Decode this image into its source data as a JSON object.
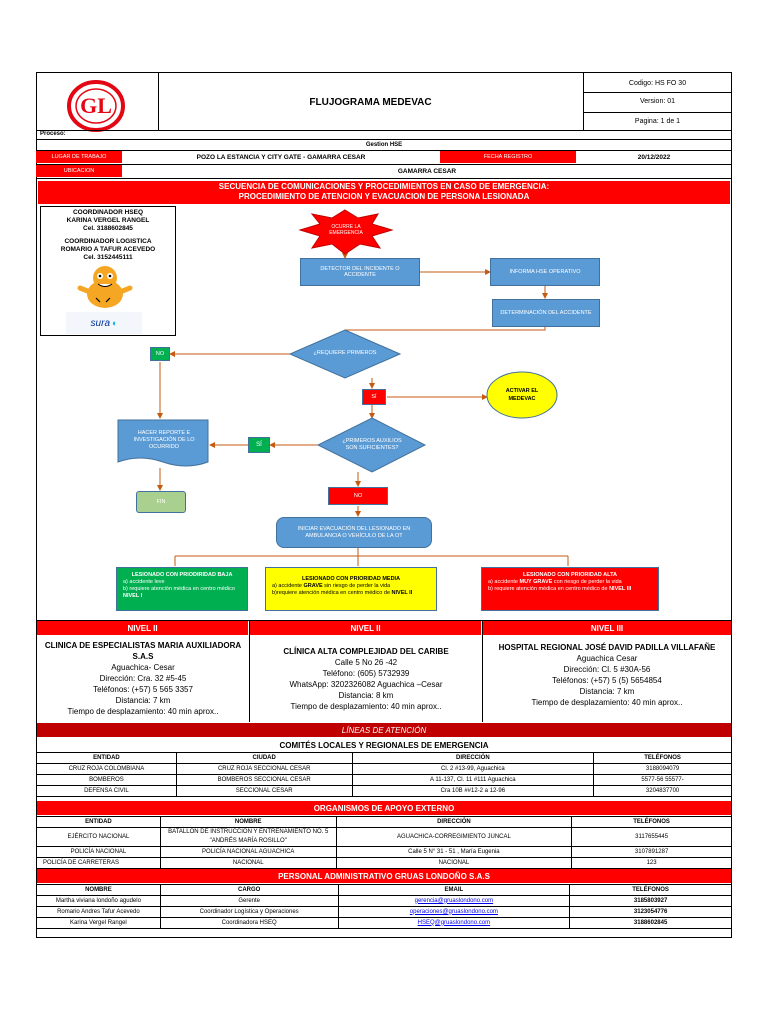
{
  "header": {
    "title": "FLUJOGRAMA MEDEVAC",
    "codigo": "Codigo: HS FO 30",
    "version": "Version: 01",
    "pagina": "Pagina: 1 de 1"
  },
  "info": {
    "proceso_label": "Proceso:",
    "proceso_value": "Gestion HSE",
    "lugar_label": "LUGAR DE TRABAJO",
    "lugar_value": "POZO LA ESTANCIA Y CITY GATE - GAMARRA CESAR",
    "fecha_label": "FECHA REGISTRO",
    "fecha_value": "20/12/2022",
    "ubicacion_label": "UBICACION",
    "ubicacion_value": "GAMARRA CESAR"
  },
  "section_title": {
    "line1": "SECUENCIA DE COMUNICACIONES Y PROCEDIMIENTOS EN CASO DE EMERGENCIA:",
    "line2": "PROCEDIMIENTO DE ATENCION Y EVACUACION DE PERSONA LESIONADA"
  },
  "contacts": {
    "c1_title": "COORDINADOR HSEQ",
    "c1_name": "KARINA VERGEL RANGEL",
    "c1_phone": "Cel. 3188602845",
    "c2_title": "COORDINADOR LOGISTICA",
    "c2_name": "ROMARIO A TAFUR ACEVEDO",
    "c2_phone": "Cel. 3152445111",
    "sura": "sura"
  },
  "flow": {
    "ocurre": "OCURRE LA EMERGENCIA",
    "detector": "DETECTOR DEL INCIDENTE O ACCIDENTE",
    "informa": "INFORMA HSE OPERATIVO",
    "determinacion": "DETERMINACIÓN DEL ACCIDENTE",
    "requiere": "¿REQUIERE PRIMEROS",
    "no1": "NO",
    "si1": "SÍ",
    "activar": "ACTIVAR EL MEDEVAC",
    "hacer_reporte": "HACER REPORTE E INVESTIGACIÓN DE LO OCURRIDO",
    "si2": "SÍ",
    "primeros": "¿PRIMEROS AUXILIOS SON SUFICIENTES?",
    "fin": "FIN",
    "no2": "NO",
    "iniciar": "INICIAR EVACUACIÓN DEL LESIONADO EN AMBULANCIA O VEHÍCULO DE LA OT"
  },
  "priority": {
    "baja_title": "LESIONADO CON PRIODIRIDAD BAJA",
    "baja_a": "a) accidente leve",
    "baja_b": "b) requiere atención médica en centro médico",
    "baja_nivel": "NIVEL I",
    "media_title": "LESIONADO CON PRIORIDAD MEDIA",
    "media_a_pre": "a) accidente ",
    "media_a_bold": "GRAVE",
    "media_a_post": " sin riesgo de perder la vida",
    "media_b": "b)requiere atención médica en centro médico de",
    "media_nivel": "NIVEL II",
    "alta_title": "LESIONADO CON PRIORIDAD ALTA",
    "alta_a_pre": "a) accidente ",
    "alta_a_bold": "MUY GRAVE",
    "alta_a_post": " con riesgo de perder la vida",
    "alta_b": "b) requiere atención médica en centro médico de",
    "alta_nivel": "NIVEL III"
  },
  "levels": [
    {
      "nivel": "NIVEL II",
      "name": "CLINICA DE ESPECIALISTAS MARIA AUXILIADORA S.A.S",
      "l1": "Aguachica- Cesar",
      "l2": "Dirección: Cra. 32 #5-45",
      "l3": "Teléfonos: (+57) 5 565 3357",
      "l4": "Distancia: 7 km",
      "l5": "Tiempo de desplazamiento: 40 min aprox.."
    },
    {
      "nivel": "NIVEL II",
      "name": "CLÍNICA ALTA COMPLEJIDAD DEL CARIBE",
      "l1": "Calle 5 No 26 -42",
      "l2": "Teléfono: (605) 5732939",
      "l3": "WhatsApp: 3202326082 Aguachica –Cesar",
      "l4": "Distancia: 8 km",
      "l5": "Tiempo de desplazamiento: 40 min aprox.."
    },
    {
      "nivel": "NIVEL III",
      "name": "HOSPITAL REGIONAL JOSÉ DAVID PADILLA VILLAFAÑE",
      "l1": "Aguachica Cesar",
      "l2": "Dirección: Cl. 5 #30A-56",
      "l3": "Teléfonos: (+57) 5 (5) 5654854",
      "l4": "Distancia: 7 km",
      "l5": "Tiempo de desplazamiento: 40 min aprox.."
    }
  ],
  "lineas_title": "LÍNEAS DE ATENCIÓN",
  "comites": {
    "title": "COMITÉS LOCALES Y REGIONALES DE EMERGENCIA",
    "headers": [
      "ENTIDAD",
      "CIUDAD",
      "DIRECCIÓN",
      "TELÉFONOS"
    ],
    "rows": [
      [
        "CRUZ ROJA COLOMBIANA",
        "CRUZ ROJA SECCIONAL CESAR",
        "Cl. 2 #13-99, Aguachica",
        "3188094079"
      ],
      [
        "BOMBEROS",
        "BOMBEROS SECCIONAL CESAR",
        "A 11-137, Cl. 11 #111 Aguachica",
        "5577-56 55577-"
      ],
      [
        "DEFENSA CIVIL",
        "SECCIONAL CESAR",
        "Cra 10B ##12-2 a 12-96",
        "3204837700"
      ]
    ]
  },
  "organismos": {
    "title": "ORGANISMOS DE APOYO EXTERNO",
    "headers": [
      "ENTIDAD",
      "NOMBRE",
      "DIRECCIÓN",
      "TELÉFONOS"
    ],
    "rows": [
      [
        "EJÉRCITO NACIONAL",
        "BATALLÓN DE INSTRUCCIÓN Y ENTRENAMIENTO NO. 5 \"ANDRÉS MARÍA ROSILLO\"",
        "AGUACHICA-CORREGIMIENTO JUNCAL",
        "3117655445"
      ],
      [
        "POLICÍA NACIONAL",
        "POLICÍA NACIONAL AGUACHICA",
        "Calle 5 N° 31 - 51 , María Eugenia",
        "3107891287"
      ],
      [
        "POLICÍA DE CARRETERAS",
        "NACIONAL",
        "NACIONAL",
        "123"
      ]
    ]
  },
  "personal": {
    "title": "PERSONAL ADMINISTRATIVO GRUAS LONDOÑO S.A.S",
    "headers": [
      "NOMBRE",
      "CARGO",
      "EMAIL",
      "TELÉFONOS"
    ],
    "rows": [
      [
        "Martha viviana londoño agudelo",
        "Gerente",
        "gerencia@gruaslondono.com",
        "3185803927"
      ],
      [
        "Romario Andres Tafur Acevedo",
        "Coordinador Logística y Operaciones",
        "operaciones@gruaslondono.com",
        "3123054776"
      ],
      [
        "Karina Vergel Rangel",
        "Coordinadora HSEQ",
        "HSEQ@gruaslondono.com",
        "3188602845"
      ]
    ]
  },
  "colors": {
    "red": "#ff0000",
    "darkred": "#c00000",
    "blue": "#5b9bd5",
    "green": "#00b050",
    "yellow": "#ffff00",
    "light_green": "#a9d08e"
  }
}
